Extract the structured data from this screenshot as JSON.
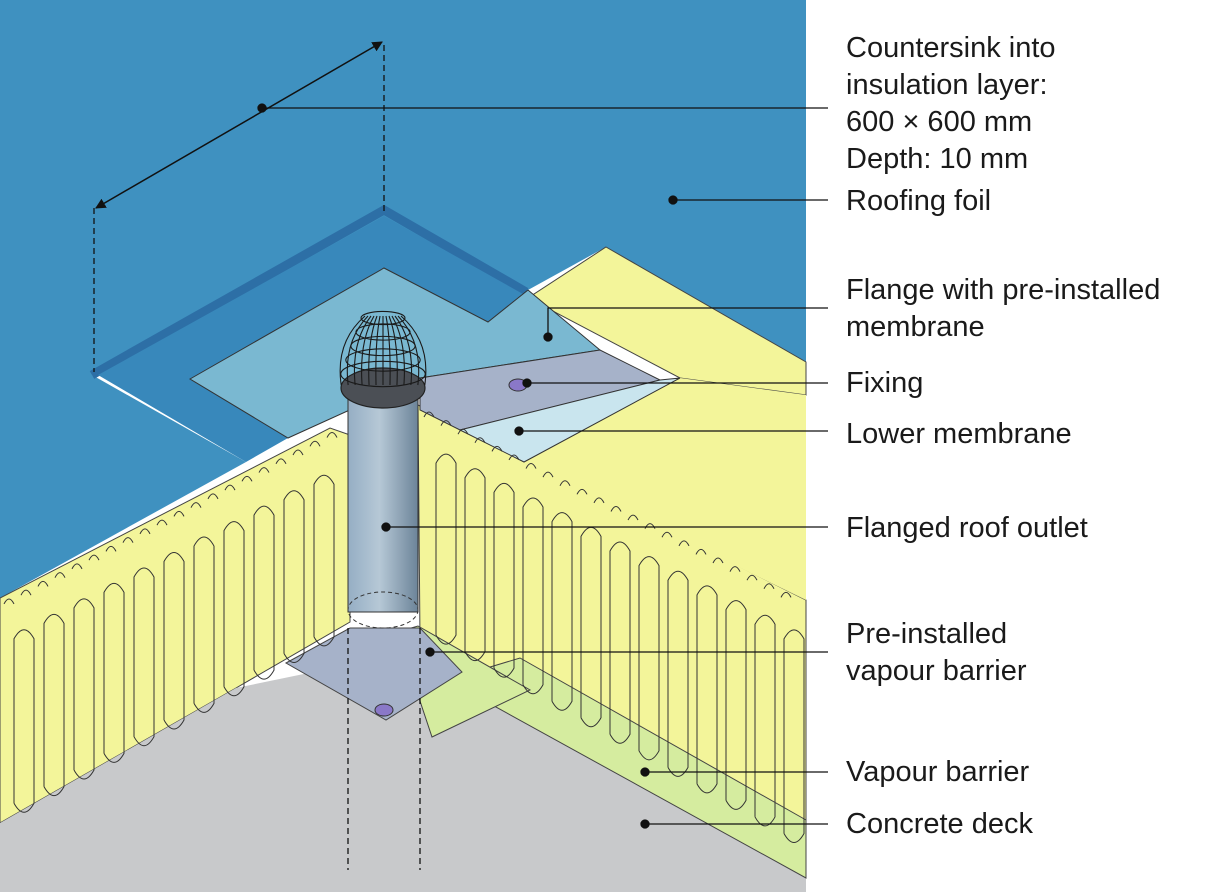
{
  "labels": {
    "countersink": [
      "Countersink into",
      "insulation layer:",
      "600 × 600 mm",
      "Depth: 10 mm"
    ],
    "roofing_foil": "Roofing foil",
    "flange": [
      "Flange with pre-installed",
      "membrane"
    ],
    "fixing": "Fixing",
    "lower_membrane": "Lower membrane",
    "outlet": "Flanged roof outlet",
    "pre_vapour": [
      "Pre-installed",
      "vapour barrier"
    ],
    "vapour": "Vapour barrier",
    "deck": "Concrete deck"
  },
  "colors": {
    "roofing_foil": "#3f91c0",
    "insulation": "#f3f59a",
    "flange_membrane": "#7ab8d1",
    "lower_membrane": "#c9e5ee",
    "flange_plate": "#a6b2c9",
    "pipe": "#8aa2b8",
    "vapour_barrier": "#d5ec9f",
    "concrete": "#c8c9cb",
    "fixing": "#8a78c8"
  }
}
